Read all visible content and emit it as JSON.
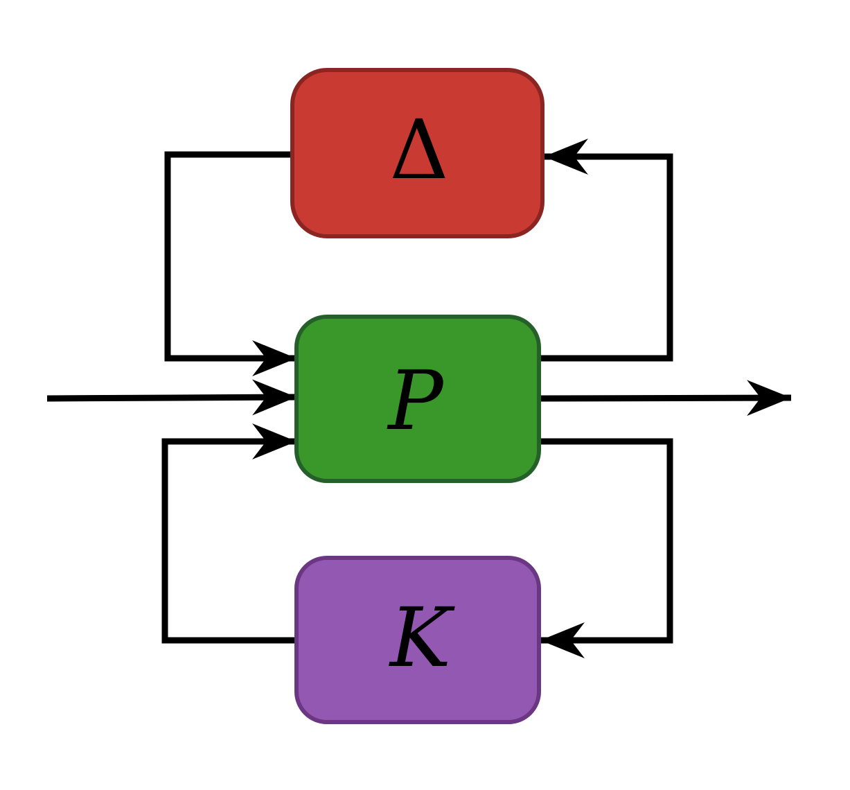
{
  "blocks": {
    "delta": {
      "label": "Δ",
      "fill": "#c93a33",
      "stroke": "#8b2522"
    },
    "plant": {
      "label": "P",
      "fill": "#3a982a",
      "stroke": "#25602a"
    },
    "controller": {
      "label": "K",
      "fill": "#9358b1",
      "stroke": "#6b3682"
    }
  },
  "colors": {
    "wire": "#000000",
    "background": "#ffffff"
  },
  "connections": [
    {
      "from": "delta",
      "to": "plant"
    },
    {
      "from": "plant",
      "to": "delta"
    },
    {
      "from": "external-input",
      "to": "plant"
    },
    {
      "from": "plant",
      "to": "external-output"
    },
    {
      "from": "plant",
      "to": "controller"
    },
    {
      "from": "controller",
      "to": "plant"
    }
  ]
}
